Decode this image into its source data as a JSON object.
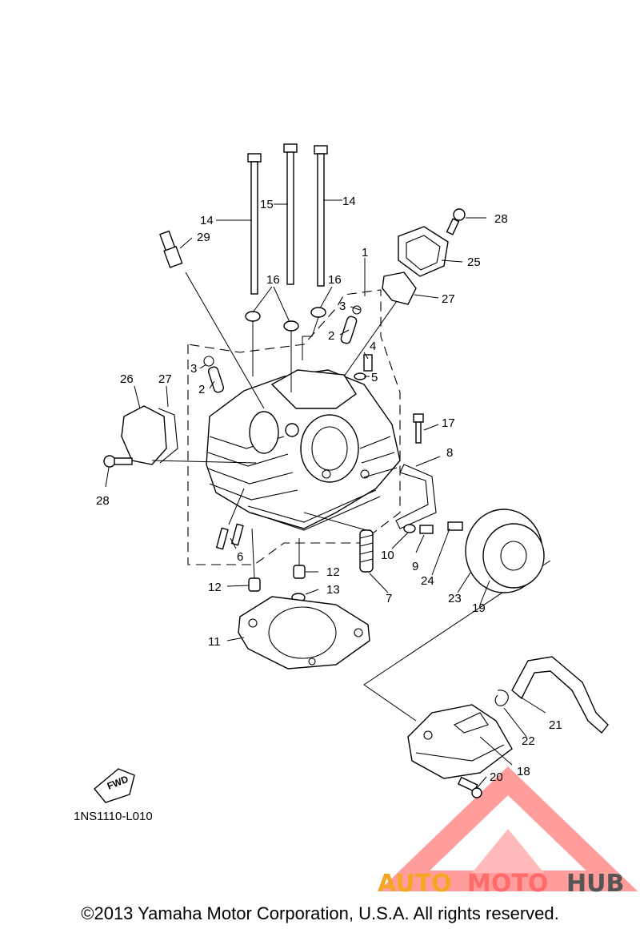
{
  "diagram": {
    "code": "1NS1110-L010",
    "fwd_label": "FWD",
    "copyright": "©2013 Yamaha Motor Corporation, U.S.A. All rights reserved.",
    "watermark": {
      "part1": "AUTO",
      "part2": "MOTO",
      "part3": "HUB",
      "colors": {
        "auto": "#f5a623",
        "moto": "#ff6b6b",
        "hub": "#555555",
        "triangle": "#ff4d4d"
      }
    },
    "callouts": [
      "1",
      "2",
      "2",
      "3",
      "3",
      "4",
      "5",
      "6",
      "7",
      "8",
      "9",
      "10",
      "11",
      "12",
      "12",
      "13",
      "14",
      "14",
      "15",
      "16",
      "16",
      "17",
      "18",
      "19",
      "20",
      "21",
      "22",
      "23",
      "24",
      "25",
      "26",
      "27",
      "27",
      "28",
      "28",
      "29"
    ]
  }
}
